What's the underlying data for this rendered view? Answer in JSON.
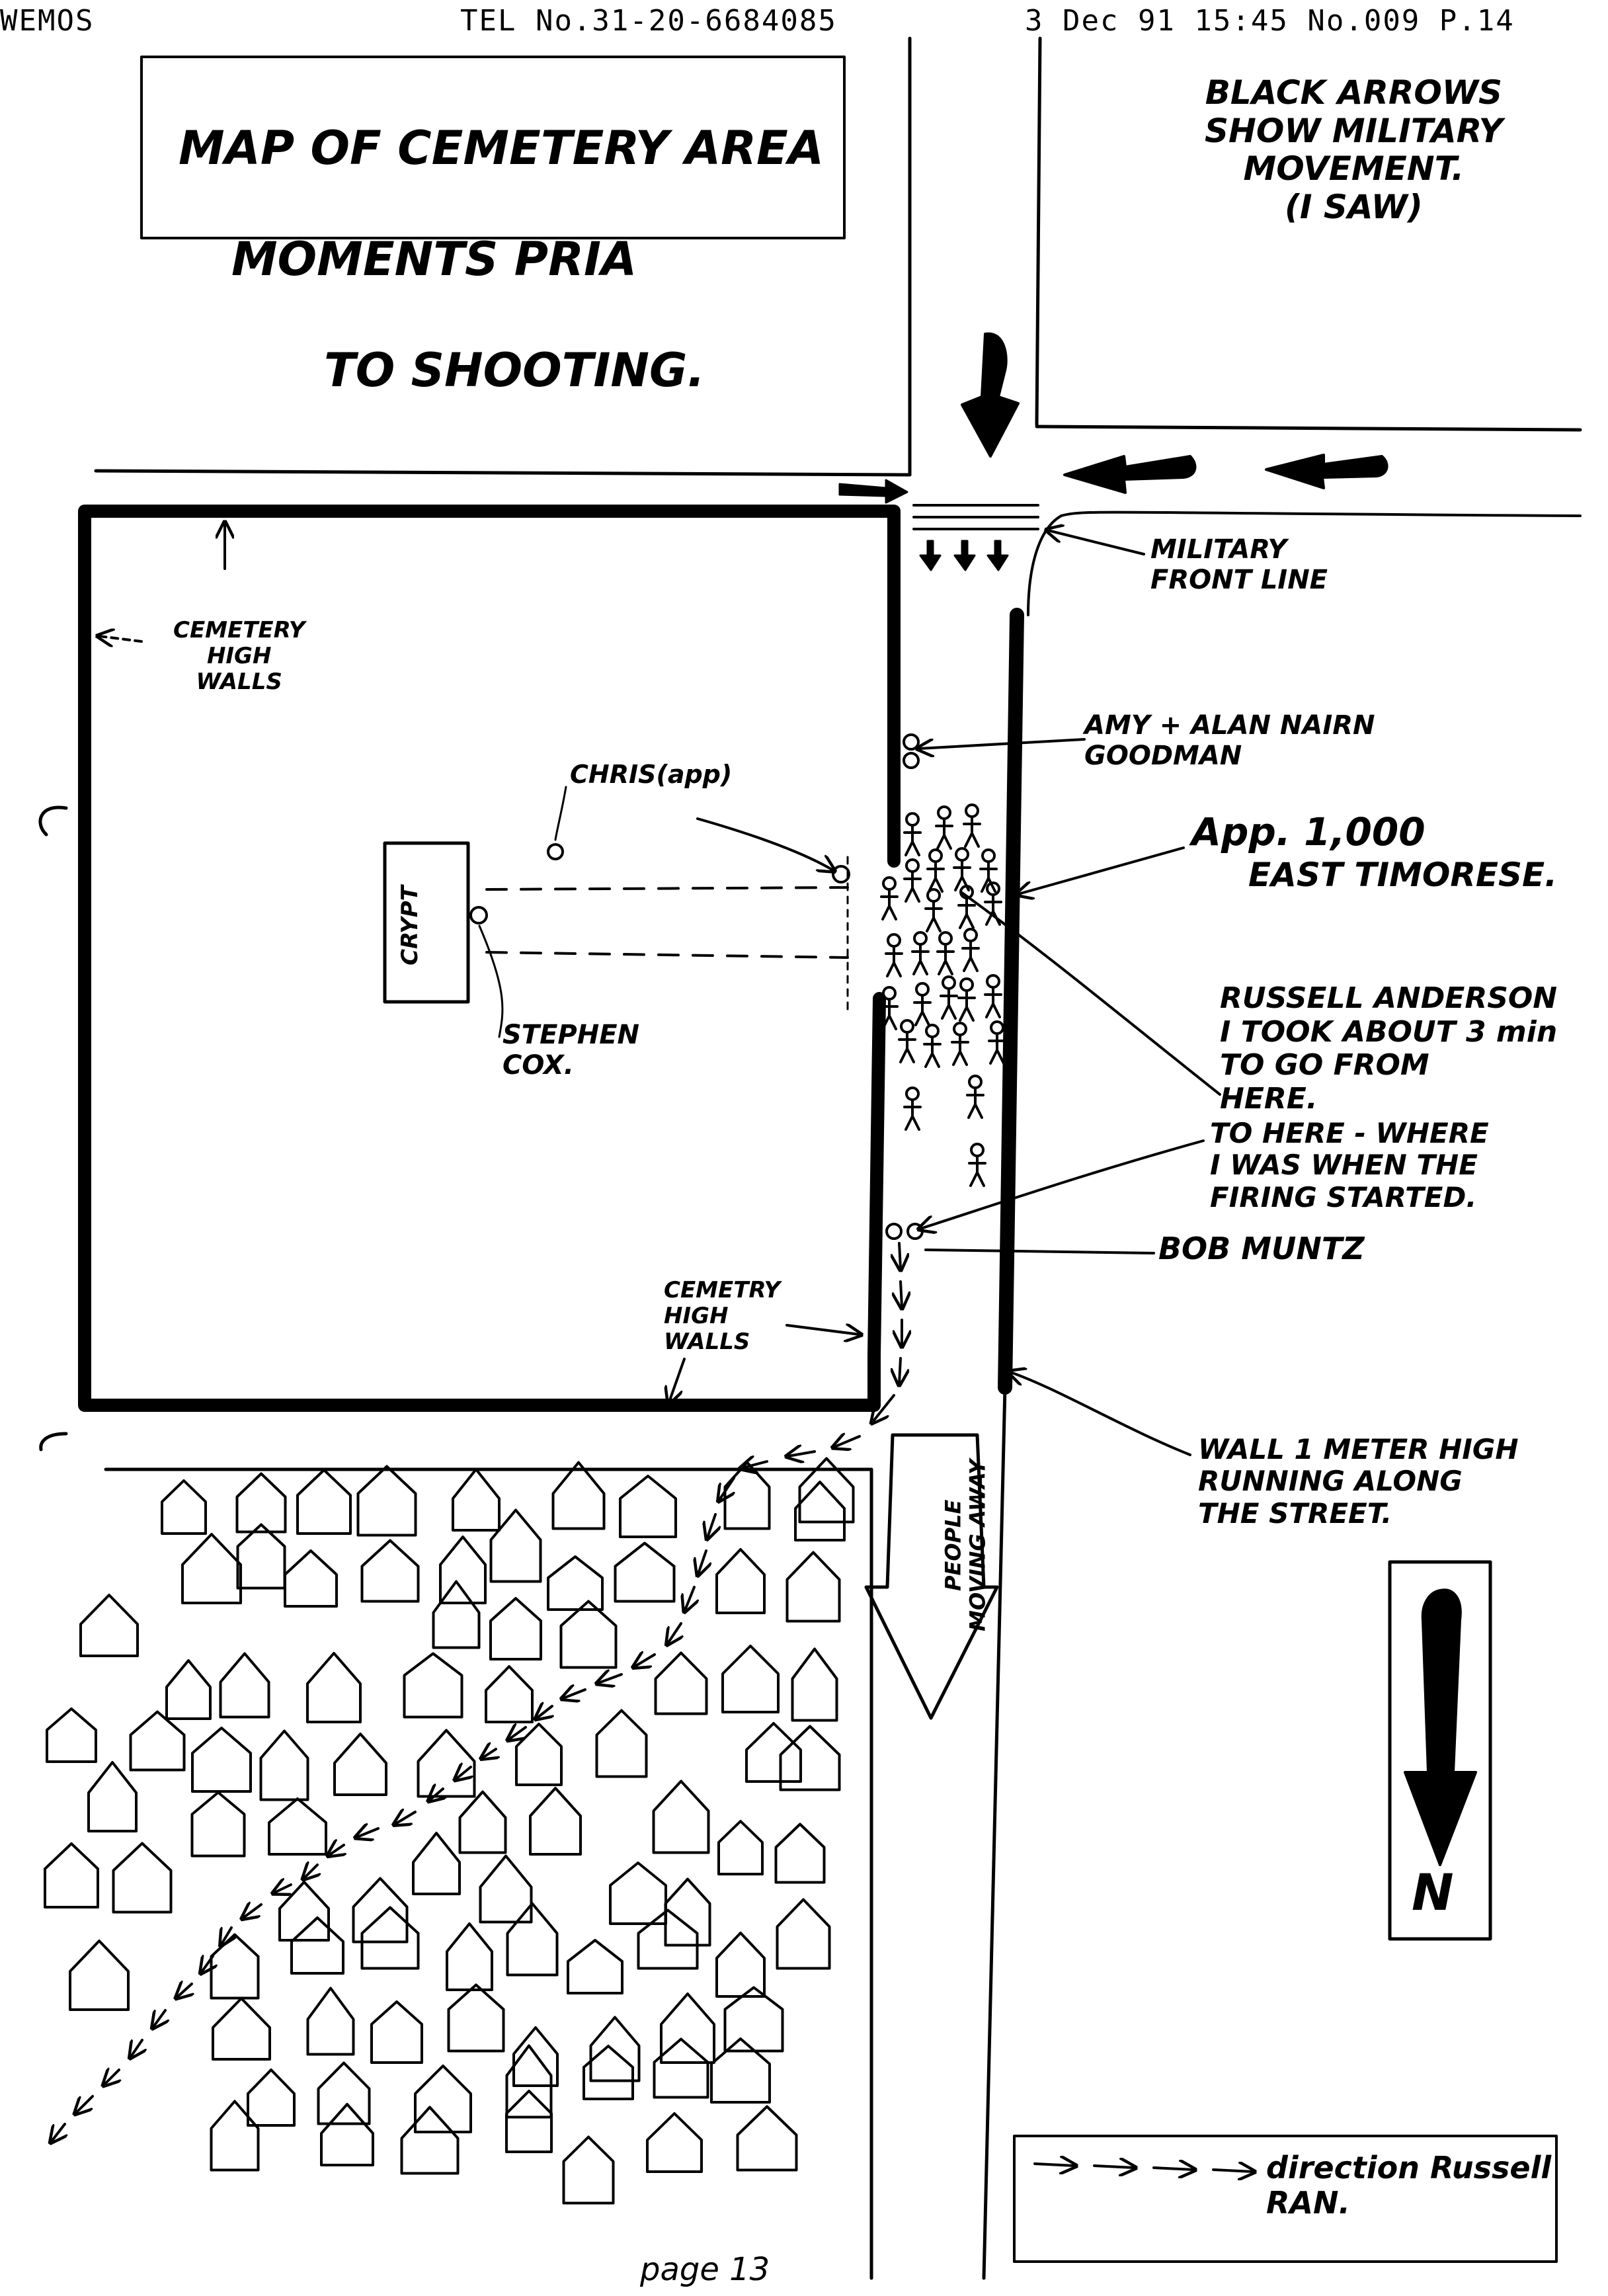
{
  "header": {
    "sender": "WEMOS",
    "tel": "TEL No.31-20-6684085",
    "stamp": "3 Dec 91 15:45 No.009 P.14"
  },
  "title_box": {
    "line1": "MAP OF CEMETERY AREA",
    "line2": "MOMENTS PRIA",
    "line3": "TO SHOOTING."
  },
  "legend_top": {
    "text": "BLACK ARROWS\nSHOW MILITARY\nMOVEMENT.\n(I SAW)"
  },
  "labels": {
    "military_front_line": "MILITARY\nFRONT LINE",
    "cemetery_walls_left": "CEMETERY\nHIGH\nWALLS",
    "cemetery_walls_bottom": "CEMETRY\nHIGH\nWALLS",
    "amy_alan": "AMY + ALAN NAIRN\nGOODMAN",
    "chris": "CHRIS(app)",
    "east_timorese_count": "App. 1,000",
    "east_timorese": "EAST TIMORESE.",
    "crypt": "CRYPT",
    "stephen_cox": "STEPHEN\nCOX.",
    "russell_anderson": "RUSSELL ANDERSON\nI TOOK ABOUT 3 min\nTO GO FROM\nHERE.",
    "to_here": "TO HERE - WHERE\nI WAS WHEN THE\nFIRING STARTED.",
    "bob_muntz": "BOB MUNTZ",
    "people_moving_away": "PEOPLE\nMOVING AWAY",
    "wall_1m": "WALL 1 METER HIGH\nRUNNING ALONG\nTHE STREET.",
    "north": "N",
    "russell_path_legend": "direction Russell\nRAN.",
    "page_number": "page 13"
  },
  "colors": {
    "ink": "#000000",
    "paper": "#ffffff"
  }
}
